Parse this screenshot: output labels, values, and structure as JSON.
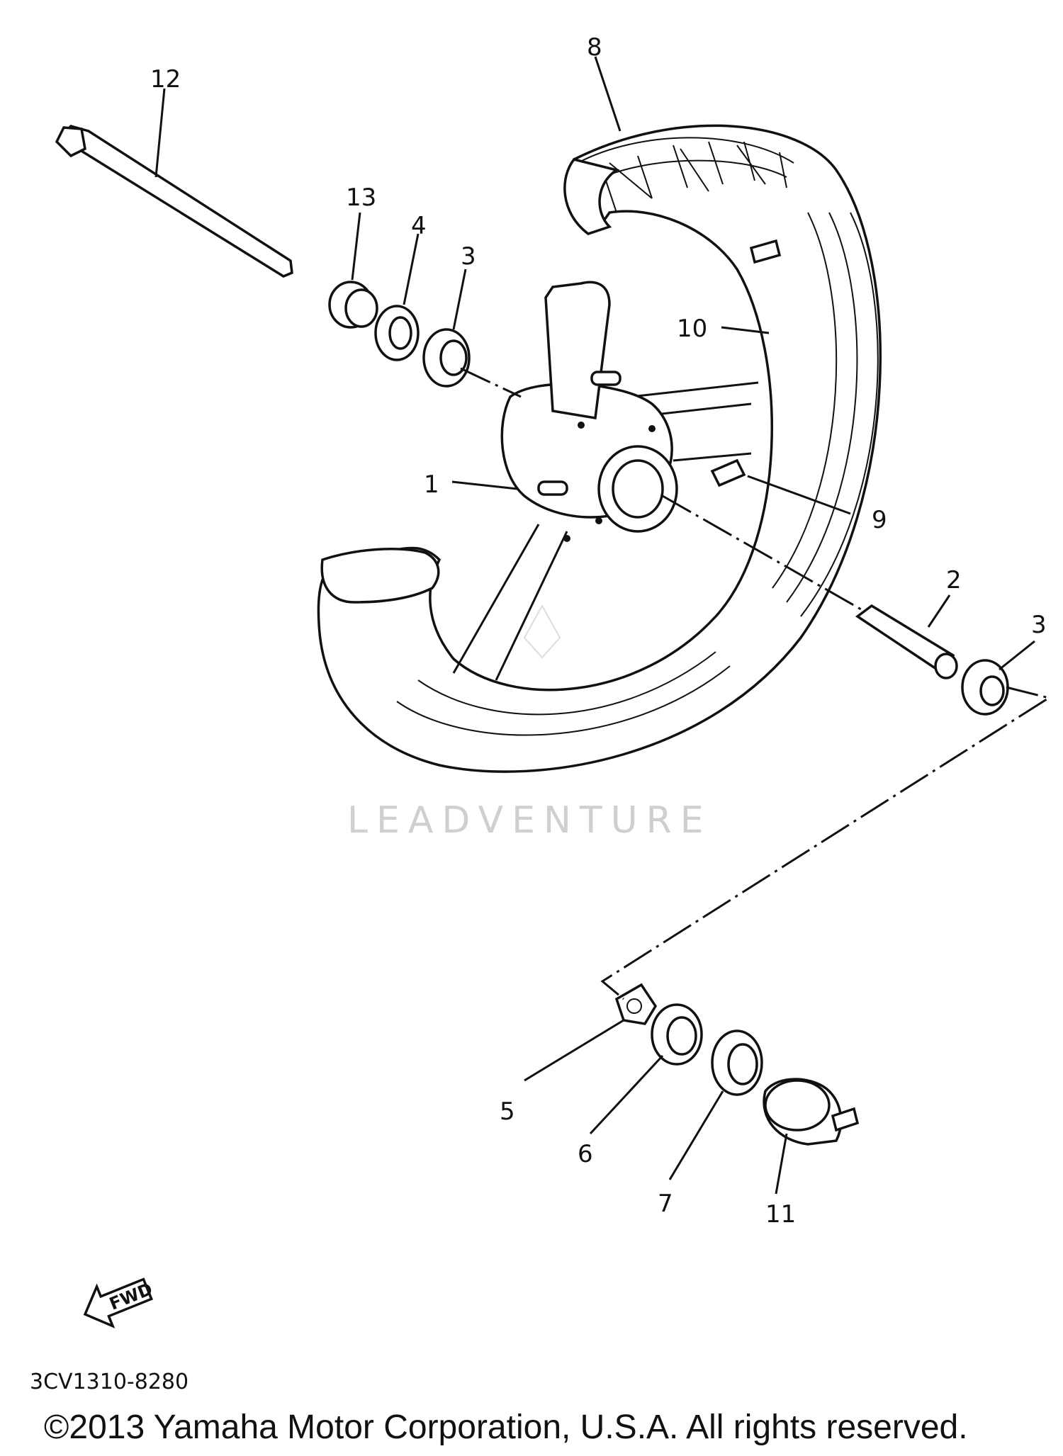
{
  "callouts": {
    "c1": "1",
    "c2": "2",
    "c3a": "3",
    "c3b": "3",
    "c4": "4",
    "c5": "5",
    "c6": "6",
    "c7": "7",
    "c8": "8",
    "c9": "9",
    "c10": "10",
    "c11": "11",
    "c12": "12",
    "c13": "13"
  },
  "watermark": "LEADVENTURE",
  "fwd_label": "FWD",
  "diagram_code": "3CV1310-8280",
  "copyright": "©2013 Yamaha Motor Corporation, U.S.A. All rights reserved."
}
